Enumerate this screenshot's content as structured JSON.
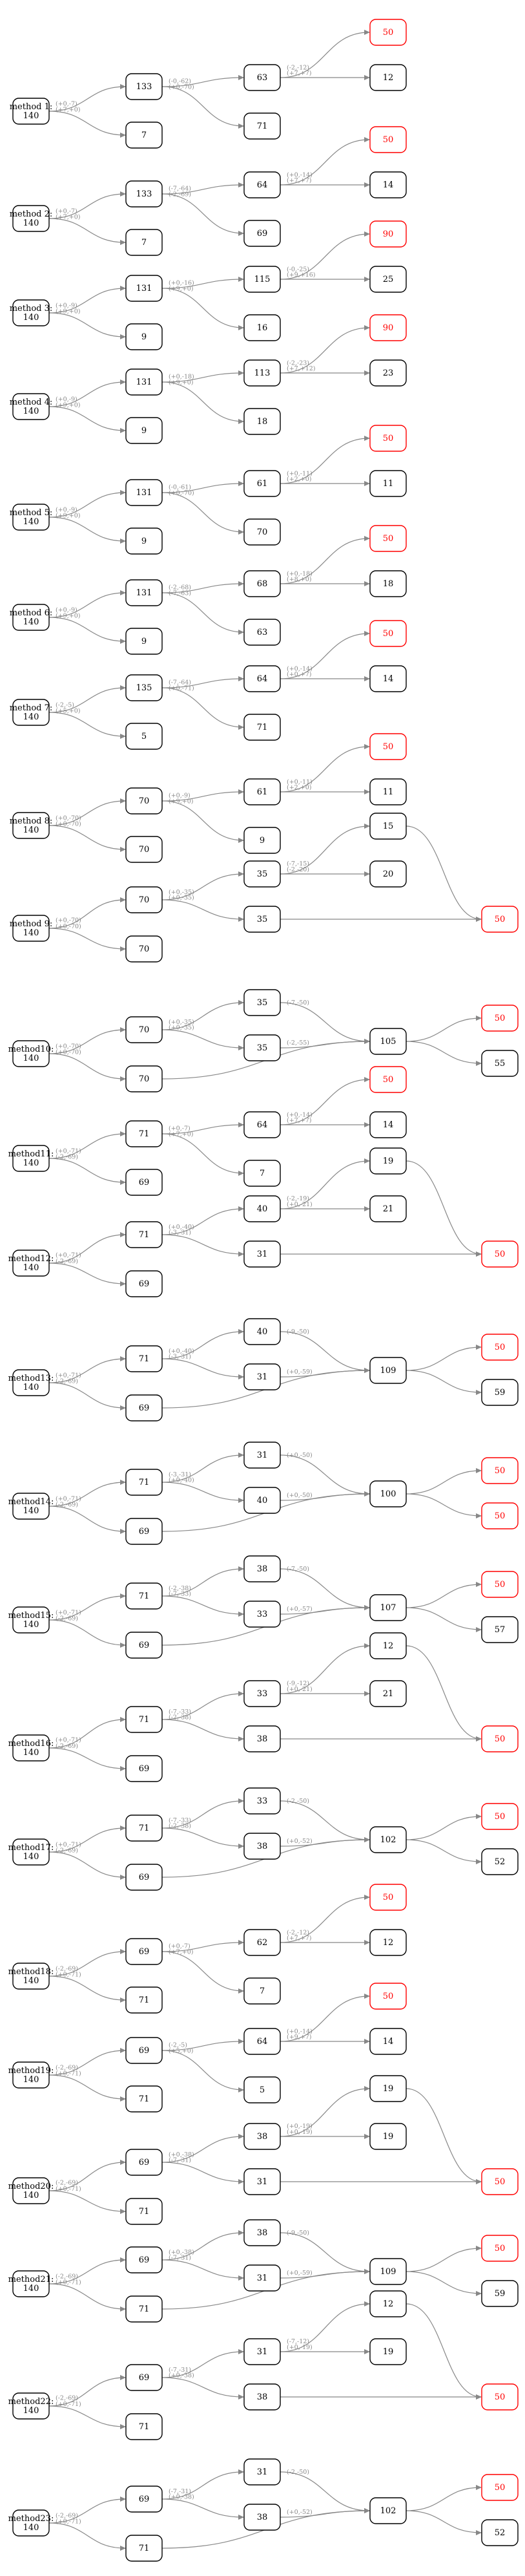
{
  "colors": {
    "background": "#ffffff",
    "node_border": "#000000",
    "target": "#ff0000",
    "edge": "#888888"
  },
  "groups": [
    {
      "method": [
        "method 1:",
        "140"
      ],
      "nodes": [
        "133",
        "7",
        "63",
        "71",
        "50",
        "12"
      ],
      "edges": [
        "(+0,-7)",
        "(+7,+0)",
        "(-0,-62)",
        "(+0,-70)",
        "(-2,-12)",
        "(+7,+7)"
      ]
    },
    {
      "method": [
        "method 2:",
        "140"
      ],
      "nodes": [
        "133",
        "7",
        "64",
        "69",
        "50",
        "14"
      ],
      "edges": [
        "(+0,-7)",
        "(+7,+0)",
        "(-7,-64)",
        "(-2,-69)",
        "(+0,-14)",
        "(+7,+7)"
      ]
    },
    {
      "method": [
        "method 3:",
        "140"
      ],
      "nodes": [
        "131",
        "9",
        "115",
        "16",
        "90",
        "25"
      ],
      "edges": [
        "(+0,-9)",
        "(+9,+0)",
        "(+0,-16)",
        "(+9,+0)",
        "(-0,-25)",
        "(+9,+16)"
      ]
    },
    {
      "method": [
        "method 4:",
        "140"
      ],
      "nodes": [
        "131",
        "9",
        "113",
        "18",
        "90",
        "23"
      ],
      "edges": [
        "(+0,-9)",
        "(+9,+0)",
        "(+0,-18)",
        "(+9,+0)",
        "(-2,-23)",
        "(+7,+12)"
      ]
    },
    {
      "method": [
        "method 5:",
        "140"
      ],
      "nodes": [
        "131",
        "9",
        "61",
        "70",
        "50",
        "11"
      ],
      "edges": [
        "(+0,-9)",
        "(+9,+0)",
        "(-0,-61)",
        "(+0,-70)",
        "(+0,-11)",
        "(+2,+0)"
      ]
    },
    {
      "method": [
        "method 6:",
        "140"
      ],
      "nodes": [
        "131",
        "9",
        "68",
        "63",
        "50",
        "18"
      ],
      "edges": [
        "(+0,-9)",
        "(+9,+0)",
        "(-2,-68)",
        "(-7,-63)",
        "(+0,-18)",
        "(+8,+0)"
      ]
    },
    {
      "method": [
        "method 7:",
        "140"
      ],
      "nodes": [
        "135",
        "5",
        "64",
        "71",
        "50",
        "14"
      ],
      "edges": [
        "(-2,-5)",
        "(+5,+0)",
        "(-7,-64)",
        "(+0,-71)",
        "(+0,-14)",
        "(+0,+7)"
      ]
    },
    {
      "method": [
        "method 8:",
        "140"
      ],
      "nodes": [
        "70",
        "70",
        "61",
        "9",
        "50",
        "11"
      ],
      "edges": [
        "(+0,-70)",
        "(+0,-70)",
        "(+0,-9)",
        "(+9,+0)",
        "(+0,-11)",
        "(+2,+0)"
      ]
    },
    {
      "method": [
        "method 9:",
        "140"
      ],
      "nodes": [
        "70",
        "70",
        "35",
        "35",
        "15",
        "20",
        "50"
      ],
      "edges": [
        "(+0,-70)",
        "(+0,-70)",
        "(+0,-35)",
        "(+0,-35)",
        "(-7,-15)",
        "(-2,-20)"
      ]
    },
    {
      "method": [
        "method10:",
        "140"
      ],
      "nodes": [
        "70",
        "70",
        "35",
        "35",
        "105",
        "50",
        "55"
      ],
      "edges": [
        "(+0,-70)",
        "(+0,-70)",
        "(+0,-35)",
        "(+0,-35)",
        "(-7,-50)",
        "(-2,-55)"
      ]
    },
    {
      "method": [
        "method11:",
        "140"
      ],
      "nodes": [
        "71",
        "69",
        "64",
        "7",
        "50",
        "14"
      ],
      "edges": [
        "(+0,-71)",
        "(-2,-69)",
        "(+0,-7)",
        "(+7,+0)",
        "(+0,-14)",
        "(+7,+7)"
      ]
    },
    {
      "method": [
        "method12:",
        "140"
      ],
      "nodes": [
        "71",
        "69",
        "40",
        "31",
        "19",
        "21",
        "50"
      ],
      "edges": [
        "(+0,-71)",
        "(-2,-69)",
        "(+0,-40)",
        "(-3,-31)",
        "(-2,-19)",
        "(+0,-21)"
      ]
    },
    {
      "method": [
        "method13:",
        "140"
      ],
      "nodes": [
        "71",
        "69",
        "40",
        "31",
        "109",
        "50",
        "59"
      ],
      "edges": [
        "(+0,-71)",
        "(-2,-69)",
        "(+0,-40)",
        "(-3,-31)",
        "(-9,-50)",
        "(+0,-59)"
      ]
    },
    {
      "method": [
        "method14:",
        "140"
      ],
      "nodes": [
        "71",
        "69",
        "31",
        "40",
        "100",
        "50",
        "50"
      ],
      "edges": [
        "(+0,-71)",
        "(-2,-69)",
        "(-3,-31)",
        "(+0,-40)",
        "(+0,-50)",
        "(+0,-50)"
      ]
    },
    {
      "method": [
        "method15:",
        "140"
      ],
      "nodes": [
        "71",
        "69",
        "38",
        "33",
        "107",
        "50",
        "57"
      ],
      "edges": [
        "(+0,-71)",
        "(-2,-69)",
        "(-2,-38)",
        "(-7,-33)",
        "(-7,-50)",
        "(+0,-57)"
      ]
    },
    {
      "method": [
        "method16:",
        "140"
      ],
      "nodes": [
        "71",
        "69",
        "33",
        "38",
        "12",
        "21",
        "50"
      ],
      "edges": [
        "(+0,-71)",
        "(-2,-69)",
        "(-7,-33)",
        "(-2,-38)",
        "(-9,-12)",
        "(+0,-21)"
      ]
    },
    {
      "method": [
        "method17:",
        "140"
      ],
      "nodes": [
        "71",
        "69",
        "33",
        "38",
        "102",
        "50",
        "52"
      ],
      "edges": [
        "(+0,-71)",
        "(-2,-69)",
        "(-7,-33)",
        "(-2,-38)",
        "(-2,-50)",
        "(+0,-52)"
      ]
    },
    {
      "method": [
        "method18:",
        "140"
      ],
      "nodes": [
        "69",
        "71",
        "62",
        "7",
        "50",
        "12"
      ],
      "edges": [
        "(-2,-69)",
        "(+0,-71)",
        "(+0,-7)",
        "(+7,+0)",
        "(-2,-12)",
        "(+7,+7)"
      ]
    },
    {
      "method": [
        "method19:",
        "140"
      ],
      "nodes": [
        "69",
        "71",
        "64",
        "5",
        "50",
        "14"
      ],
      "edges": [
        "(-2,-69)",
        "(+0,-71)",
        "(-2,-5)",
        "(+5,+0)",
        "(+0,-14)",
        "(+9,+7)"
      ]
    },
    {
      "method": [
        "method20:",
        "140"
      ],
      "nodes": [
        "69",
        "71",
        "38",
        "31",
        "19",
        "19",
        "50"
      ],
      "edges": [
        "(-2,-69)",
        "(+0,-71)",
        "(+0,-38)",
        "(-7,-31)",
        "(+0,-19)",
        "(+0,-19)"
      ]
    },
    {
      "method": [
        "method21:",
        "140"
      ],
      "nodes": [
        "69",
        "71",
        "38",
        "31",
        "109",
        "50",
        "59"
      ],
      "edges": [
        "(-2,-69)",
        "(+0,-71)",
        "(+0,-38)",
        "(-7,-31)",
        "(-9,-50)",
        "(+0,-59)"
      ]
    },
    {
      "method": [
        "method22:",
        "140"
      ],
      "nodes": [
        "69",
        "71",
        "31",
        "38",
        "12",
        "19",
        "50"
      ],
      "edges": [
        "(-2,-69)",
        "(+0,-71)",
        "(-7,-31)",
        "(+0,-38)",
        "(-7,-12)",
        "(+0,-19)"
      ]
    },
    {
      "method": [
        "method23:",
        "140"
      ],
      "nodes": [
        "69",
        "71",
        "31",
        "38",
        "102",
        "50",
        "52"
      ],
      "edges": [
        "(-2,-69)",
        "(+0,-71)",
        "(-7,-31)",
        "(+0,-38)",
        "(-2,-50)",
        "(+0,-52)"
      ]
    }
  ]
}
